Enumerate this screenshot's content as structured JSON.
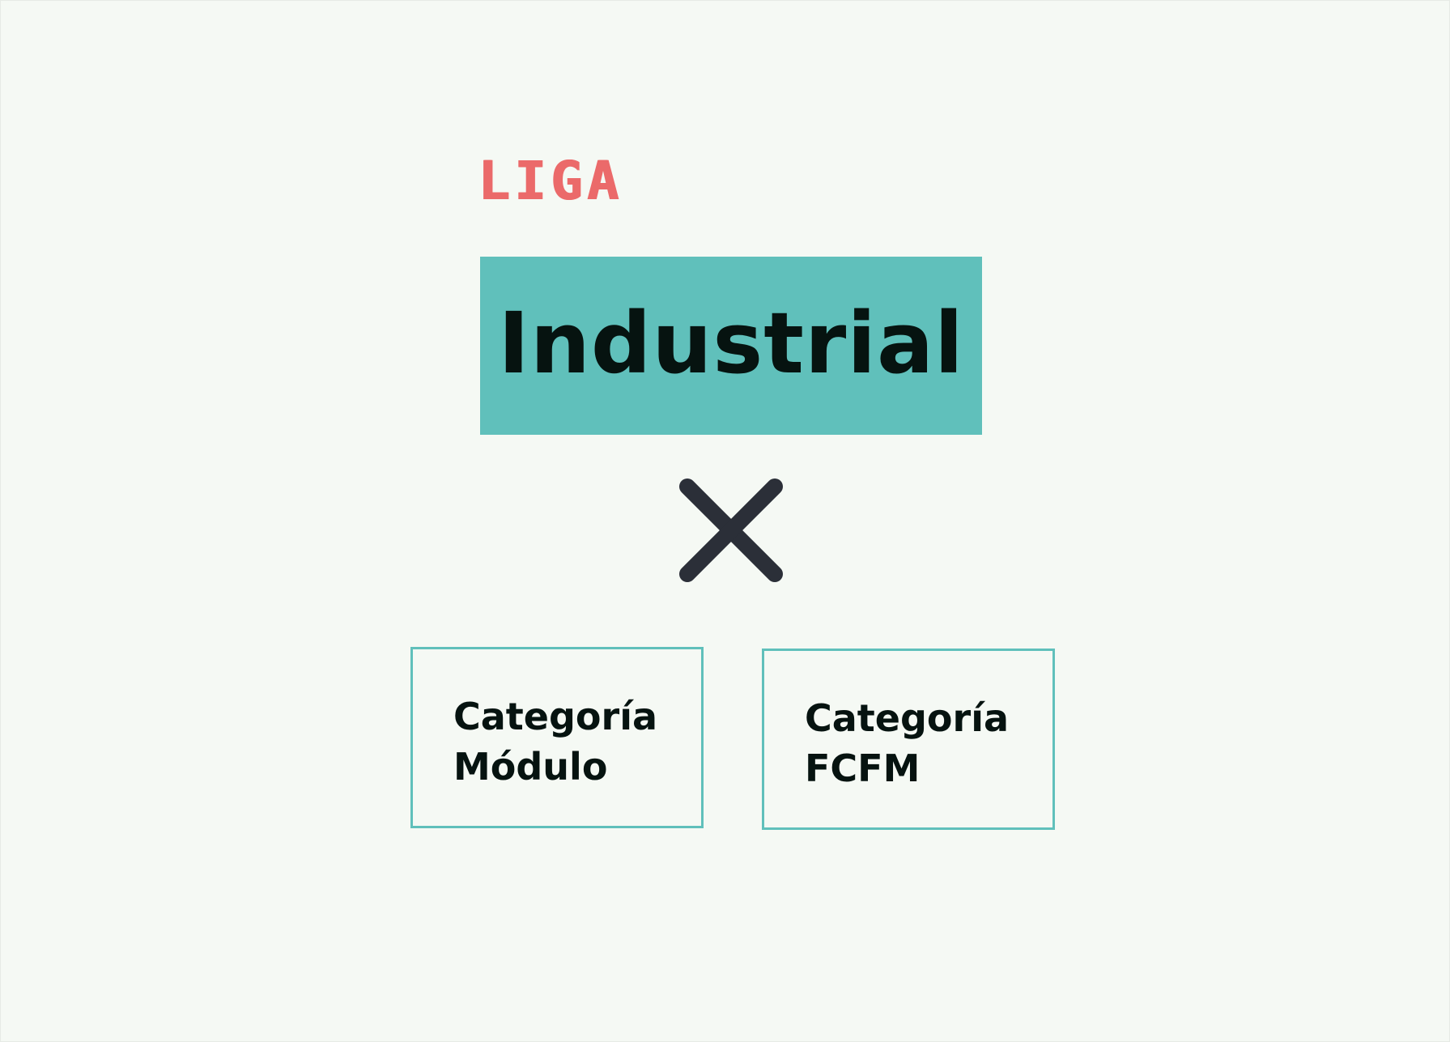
{
  "header": {
    "liga": "LIGA"
  },
  "main_box": {
    "label": "Industrial"
  },
  "connector": {
    "icon": "times-icon"
  },
  "categories": [
    {
      "line1": "Categoría",
      "line2": "Módulo"
    },
    {
      "line1": "Categoría",
      "line2": "FCFM"
    }
  ],
  "colors": {
    "background": "#f5f9f4",
    "teal": "#60c0bb",
    "coral": "#eb6a6a",
    "dark": "#2b2f38",
    "text": "#061310"
  }
}
